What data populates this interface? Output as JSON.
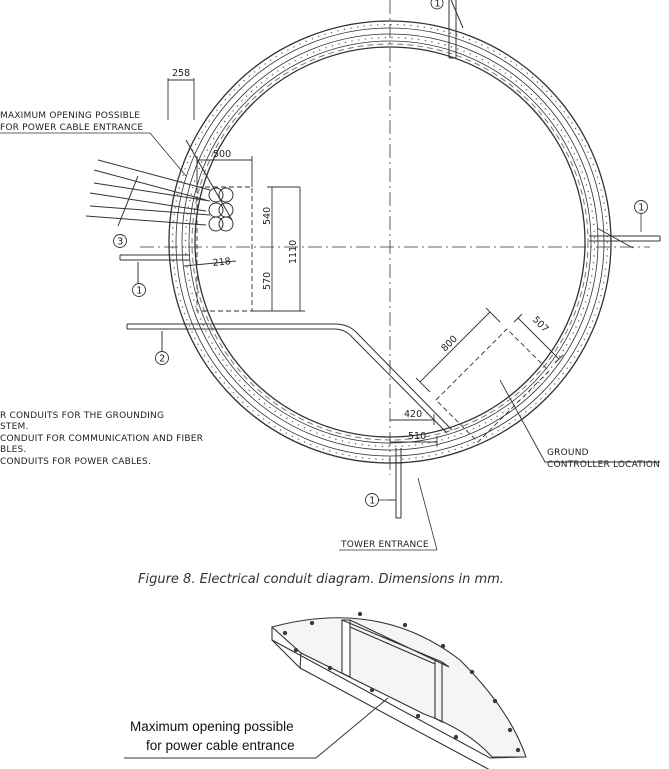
{
  "figure8": {
    "dimensions": {
      "d258": "258",
      "d500": "500",
      "d540": "540",
      "d1110": "1110",
      "d218": "218",
      "d570": "570",
      "d800": "800",
      "d507": "507",
      "d420": "420",
      "d510": "510"
    },
    "callouts": {
      "c1_top": "1",
      "c1_right": "1",
      "c1_left": "1",
      "c1_bottom": "1",
      "c2": "2",
      "c3": "3"
    },
    "notes": {
      "max_opening_1": "MAXIMUM OPENING POSSIBLE",
      "max_opening_2": "FOR POWER CABLE ENTRANCE",
      "legend_1a": "R CONDUITS FOR THE GROUNDING",
      "legend_1b": "STEM.",
      "legend_2a": "CONDUIT FOR COMMUNICATION AND FIBER",
      "legend_2b": "BLES.",
      "legend_3a": "CONDUITS FOR POWER CABLES.",
      "ground_1": "GROUND",
      "ground_2": "CONTROLLER LOCATION",
      "tower_entrance": "TOWER ENTRANCE"
    },
    "caption": "Figure 8.  Electrical conduit diagram. Dimensions in mm."
  },
  "figure9": {
    "label_1": "Maximum opening possible",
    "label_2": "for power cable entrance"
  }
}
